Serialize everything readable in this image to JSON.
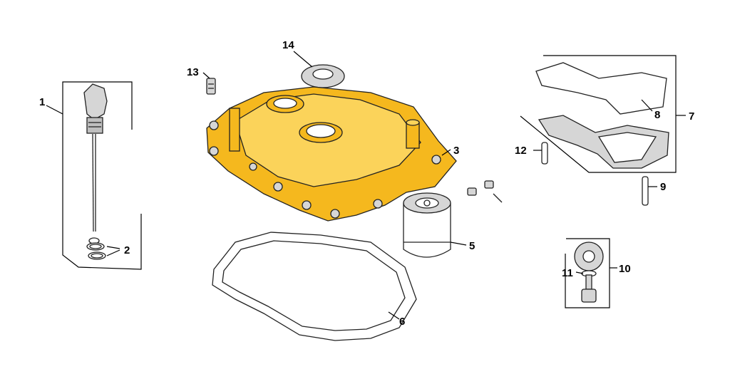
{
  "colors": {
    "housing": "#f5b81e",
    "housing_light": "#fbd35a",
    "outline": "#222222"
  },
  "callouts": {
    "c1": "1",
    "c2": "2",
    "c3": "3",
    "c5": "5",
    "c6": "6",
    "c7": "7",
    "c8": "8",
    "c9": "9",
    "c10": "10",
    "c11": "11",
    "c12": "12",
    "c13": "13",
    "c14": "14"
  }
}
